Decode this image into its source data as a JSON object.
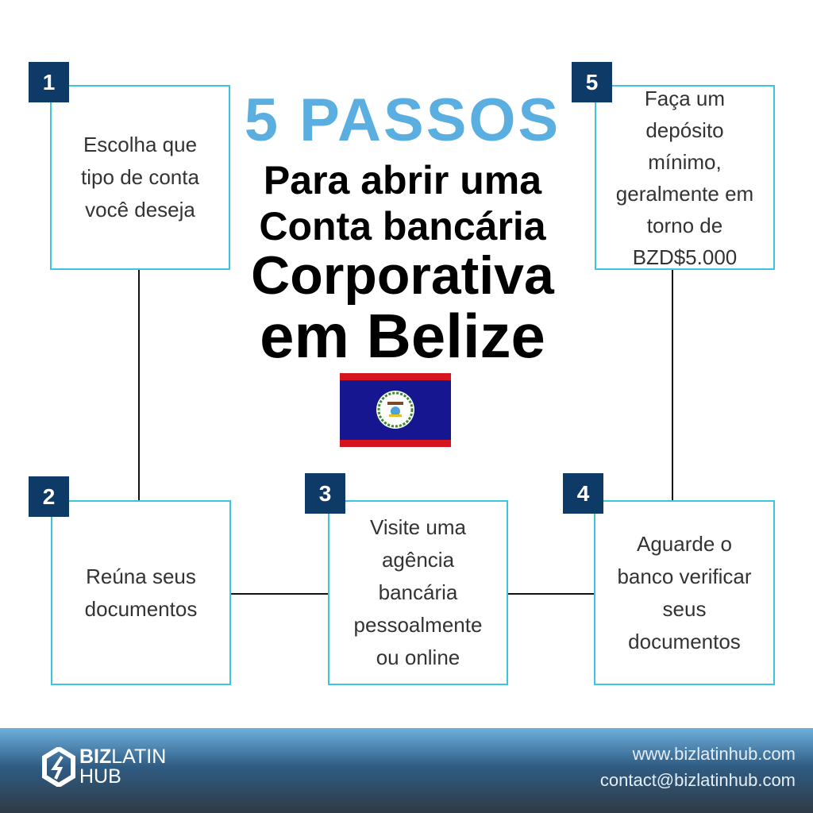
{
  "title": {
    "steps": "5 PASSOS",
    "line1": "Para abrir uma",
    "line2": "Conta bancária",
    "line3": "Corporativa",
    "line4": "em Belize"
  },
  "steps": [
    {
      "number": "1",
      "text": "Escolha que\ntipo de conta\nvocê deseja"
    },
    {
      "number": "2",
      "text": "Reúna seus\ndocumentos"
    },
    {
      "number": "3",
      "text": "Visite uma\nagência\nbancária\npessoalmente\nou online"
    },
    {
      "number": "4",
      "text": "Aguarde o\nbanco verificar\nseus\ndocumentos"
    },
    {
      "number": "5",
      "text": "Faça um\ndepósito\nmínimo,\ngeralmente em\ntorno de\nBZD$5.000"
    }
  ],
  "footer": {
    "logo_bold": "BIZ",
    "logo_light": "LATIN",
    "logo_line2": "HUB",
    "website": "www.bizlatinhub.com",
    "email": "contact@bizlatinhub.com"
  },
  "colors": {
    "accent": "#5aaee0",
    "badge": "#0d3a66",
    "border": "#3cc6dd"
  }
}
